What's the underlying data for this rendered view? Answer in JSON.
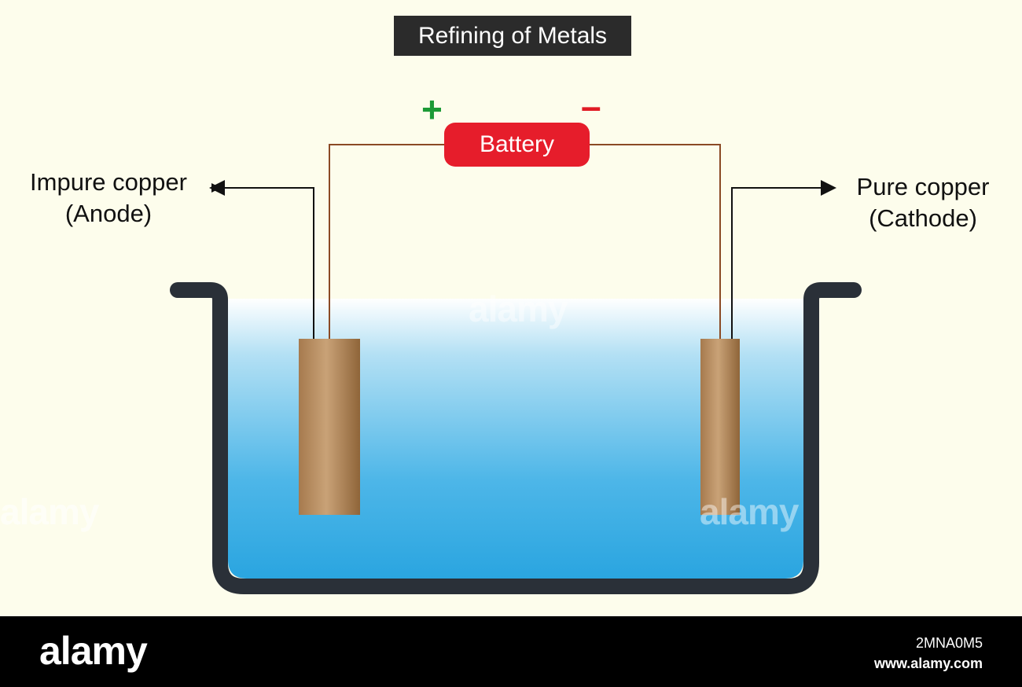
{
  "title": "Refining of Metals",
  "battery": {
    "label": "Battery",
    "positive_sign": "+",
    "negative_sign": "–"
  },
  "anode": {
    "line1": "Impure copper",
    "line2": "(Anode)"
  },
  "cathode": {
    "line1": "Pure copper",
    "line2": "(Cathode)"
  },
  "watermark": "alamy",
  "footer": {
    "logo": "alamy",
    "image_id": "2MNA0M5",
    "url": "www.alamy.com"
  },
  "colors": {
    "background": "#fdfdec",
    "title_bg": "#2b2b2b",
    "battery": "#e61d2b",
    "positive": "#1c9a36",
    "negative": "#e01b24",
    "wire": "#8b4a25",
    "tank": "#2a3038",
    "electrolyte_top": "#ffffff",
    "electrolyte_bottom": "#2aa5e0",
    "copper_dark": "#9a6e42",
    "copper_light": "#c8a175"
  }
}
